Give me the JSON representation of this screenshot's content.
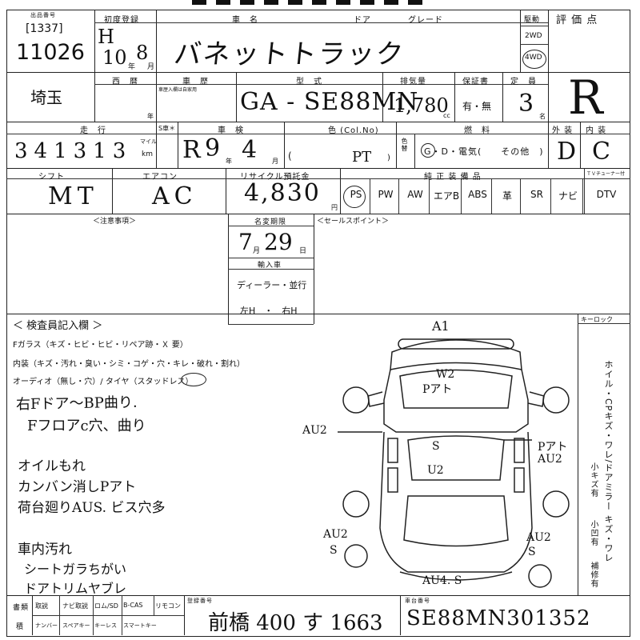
{
  "header": {
    "lot_label": "出品番号",
    "reg_label": "初度登録",
    "car_label": "車　名",
    "door_label": "ドア",
    "grade_label": "グレード",
    "drive_label": "駆動",
    "score_label": "評 価 点",
    "lot_bracket": "[1337]",
    "lot_number": "11026",
    "era": "H",
    "year": "10",
    "year_unit": "年",
    "month": "8",
    "month_unit": "月",
    "car_name": "バネットトラック",
    "drive_2wd": "2WD",
    "drive_4wd": "4WD"
  },
  "row2": {
    "region": "埼玉",
    "west_label": "西　暦",
    "history_label": "車　歴",
    "history_note": "車歴入欄は自家用",
    "year_suffix": "年",
    "model_label": "型　式",
    "displacement_label": "排気量",
    "warranty_label": "保証書",
    "capacity_label": "定　員",
    "model": "GA - SE88MN",
    "displacement": "1,780",
    "cc": "cc",
    "warranty": "有・無",
    "capacity": "3",
    "capacity_unit": "名",
    "score": "R"
  },
  "row3": {
    "mileage_label": "走　行",
    "sub_label": "S車＊",
    "inspection_label": "車　検",
    "color_label": "色 (Col.No)",
    "fuel_label": "燃　料",
    "exterior_label": "外 装",
    "interior_label": "内 装",
    "mileage": "341313",
    "mile_unit": "マイル",
    "km_unit": "km",
    "insp_era": "R",
    "insp_year": "9",
    "insp_year_unit": "年",
    "insp_month": "4",
    "insp_month_unit": "月",
    "color": "PT",
    "color_change": "色替",
    "fuel": "G・D・電気(　　その他　)",
    "fuel_other": "その他",
    "exterior": "D",
    "interior": "C"
  },
  "row4": {
    "shift_label": "シフト",
    "ac_label": "エアコン",
    "recycle_label": "リサイクル預託金",
    "equipment_label": "純 正 装 備 品",
    "tuner_label": "ＴＶチューナー付",
    "shift": "MT",
    "ac": "AC",
    "recycle": "4,830",
    "yen": "円",
    "equipment": [
      "PS",
      "PW",
      "AW",
      "エアB",
      "ABS",
      "革",
      "SR",
      "ナビ",
      "DTV"
    ]
  },
  "row5": {
    "notes_label": "＜注意事項＞",
    "name_change_label": "名変期限",
    "name_month": "7",
    "name_month_unit": "月",
    "name_day": "29",
    "name_day_unit": "日",
    "import_label": "輸入車",
    "dealer": "ディーラー・並行",
    "steering": "左H　・　右H",
    "sales_label": "＜セールスポイント＞"
  },
  "inspector": {
    "title": "＜ 検査員記入欄 ＞",
    "glass": "Fガラス（キズ・ヒビ・ヒビ・リペア跡・Ｘ 要）",
    "glass_x": "Ｘ 要",
    "interior": "内装（キズ・汚れ・臭い・シミ・コゲ・穴・キレ・破れ・割れ）",
    "audio": "オーディオ（無し・穴）/ タイヤ（スタッドレス）",
    "note1": "右Fドア～BP曲り.",
    "note2": "Fフロアc穴、曲り",
    "note3": "オイルもれ",
    "note4": "カンバン消しPアト",
    "note5": "荷台廻りAUS. ビス穴多",
    "note6": "車内汚れ",
    "note7": "シートガラちがい",
    "note8": "ドアトリムヤブレ"
  },
  "diagram": {
    "key_label": "キーロック",
    "a1": "A1",
    "w2": "W2",
    "p_ato_top": "Pアト",
    "au2_left": "AU2",
    "p_ato_right": "Pアト",
    "au2_right": "AU2",
    "s_center": "S",
    "u2_center": "U2",
    "au2_rear_left": "AU2",
    "s_rear_left": "S",
    "au2_rear_right": "AU2",
    "s_rear_right": "S",
    "au4_s": "AU4. S",
    "side_text": "ホイル・CPキズ・ワレ/ドアミラー キズ・ワレ",
    "side2": "小キズ有",
    "side3": "小凹有",
    "side4": "補修有"
  },
  "footer": {
    "docs_label": "書類",
    "docs_label2": "積",
    "items_row1": [
      "取説",
      "ナビ取説",
      "ロム/SD",
      "B-CAS",
      "リモコン"
    ],
    "items_row2": [
      "ナンバー",
      "スペアキー",
      "キーレス",
      "スマートキー"
    ],
    "plate_label": "登録番号",
    "plate": "前橋 400 す 1663",
    "vin_label": "車台番号",
    "vin": "SE88MN301352"
  }
}
